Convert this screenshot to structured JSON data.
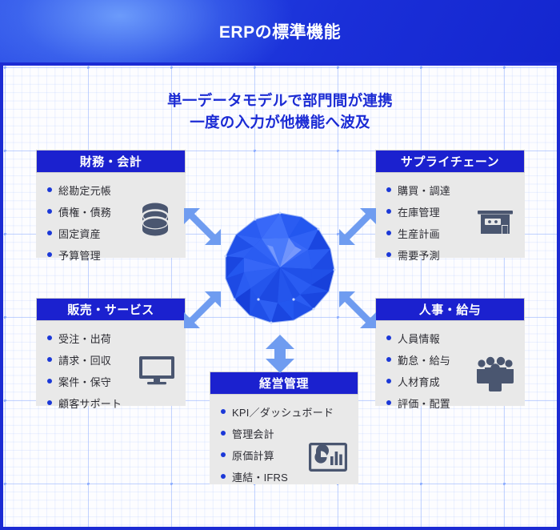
{
  "header": {
    "title": "ERPの標準機能",
    "bg_color": "#1b2bd4"
  },
  "subtitle": {
    "line1": "単一データモデルで部門間が連携",
    "line2": "一度の入力が他機能へ波及",
    "color": "#1b2bd4"
  },
  "panels": [
    {
      "id": "finance",
      "title": "財務・会計",
      "icon": "database-icon",
      "items": [
        "総勘定元帳",
        "債権・債務",
        "固定資産",
        "予算管理"
      ]
    },
    {
      "id": "supplychain",
      "title": "サプライチェーン",
      "icon": "warehouse-icon",
      "items": [
        "購買・調達",
        "在庫管理",
        "生産計画",
        "需要予測"
      ]
    },
    {
      "id": "sales",
      "title": "販売・サービス",
      "icon": "monitor-icon",
      "items": [
        "受注・出荷",
        "請求・回収",
        "案件・保守",
        "顧客サポート"
      ]
    },
    {
      "id": "hr",
      "title": "人事・給与",
      "icon": "people-group-icon",
      "items": [
        "人員情報",
        "勤怠・給与",
        "人材育成",
        "評価・配置"
      ]
    },
    {
      "id": "management",
      "title": "経営管理",
      "icon": "dashboard-chart-icon",
      "items": [
        "KPI／ダッシュボード",
        "管理会計",
        "原価計算",
        "連結・IFRS"
      ]
    }
  ],
  "center": {
    "icon": "polygon-sphere-icon",
    "color": "#1f52f0"
  },
  "arrows": {
    "color": "#6f9cf0",
    "items": [
      {
        "name": "arrow-top-left",
        "direction": "diagonal-nwse"
      },
      {
        "name": "arrow-top-right",
        "direction": "diagonal-nesw"
      },
      {
        "name": "arrow-bottom-left",
        "direction": "diagonal-nesw"
      },
      {
        "name": "arrow-bottom-right",
        "direction": "diagonal-nwse"
      },
      {
        "name": "arrow-bottom-center",
        "direction": "vertical"
      }
    ]
  },
  "colors": {
    "panel_header": "#1b21cf",
    "panel_body": "#e9e9e9",
    "bullet": "#1b38d8",
    "icon_gray": "#4a5670",
    "text": "#2c2c33"
  }
}
